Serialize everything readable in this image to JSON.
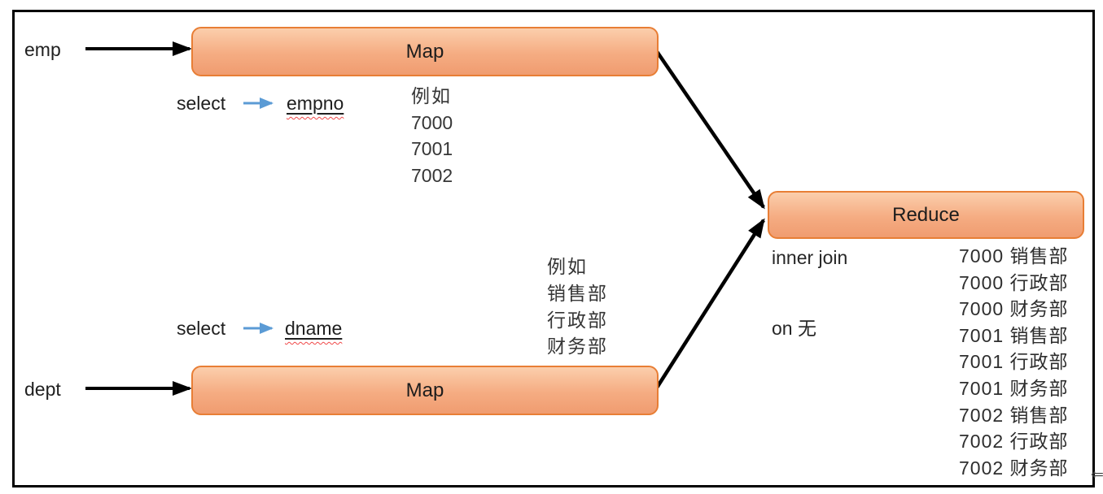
{
  "colors": {
    "node_border": "#E87E35",
    "node_fill_top": "#FBCEAC",
    "node_fill_bottom": "#F09C70",
    "flow_arrow": "#000000",
    "select_arrow": "#5B9BD5",
    "spellcheck_squiggle": "#F04848",
    "frame_border": "#000000"
  },
  "nodes": {
    "map_emp": "Map",
    "map_dept": "Map",
    "reduce": "Reduce"
  },
  "sources": {
    "emp": "emp",
    "dept": "dept"
  },
  "select_emp": {
    "keyword": "select",
    "field": "empno"
  },
  "select_dept": {
    "keyword": "select",
    "field": "dname"
  },
  "emp_examples": {
    "title": "例如",
    "values": [
      "7000",
      "7001",
      "7002"
    ]
  },
  "dept_examples": {
    "title": "例如",
    "values": [
      "销售部",
      "行政部",
      "财务部"
    ]
  },
  "reduce_annotations": {
    "join": "inner join",
    "condition": "on 无"
  },
  "reduce_output": [
    "7000 销售部",
    "7000 行政部",
    "7000 财务部",
    "7001 销售部",
    "7001 行政部",
    "7001 财务部",
    "7002 销售部",
    "7002 行政部",
    "7002 财务部"
  ],
  "trailing_glyph": "⇐"
}
